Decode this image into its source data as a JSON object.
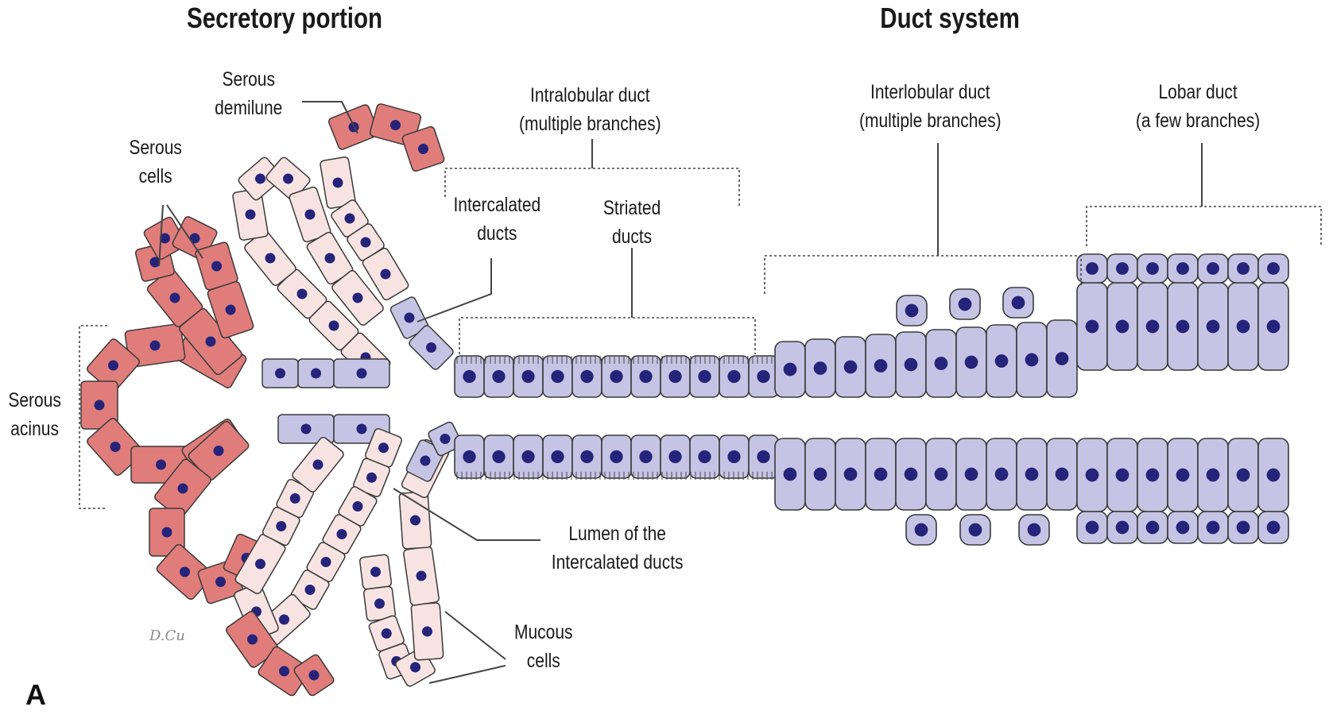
{
  "headers": {
    "secretory": "Secretory portion",
    "duct_system": "Duct system"
  },
  "labels": {
    "serous_demilune": [
      "Serous",
      "demilune"
    ],
    "serous_cells": [
      "Serous",
      "cells"
    ],
    "serous_acinus": [
      "Serous",
      "acinus"
    ],
    "intralobular_duct": [
      "Intralobular duct",
      "(multiple branches)"
    ],
    "intercalated_ducts": [
      "Intercalated",
      "ducts"
    ],
    "striated_ducts": [
      "Striated",
      "ducts"
    ],
    "interlobular_duct": [
      "Interlobular duct",
      "(multiple branches)"
    ],
    "lobar_duct": [
      "Lobar duct",
      "(a few branches)"
    ],
    "lumen": [
      "Lumen of the",
      "Intercalated ducts"
    ],
    "mucous_cells": [
      "Mucous",
      "cells"
    ]
  },
  "panel_letter": "A",
  "signature": "D.Cu",
  "colors": {
    "serous": "#e07d7b",
    "mucous": "#f7e4e2",
    "duct": "#c6c4e4",
    "nucleus": "#26237a",
    "outline": "#3a3a3a",
    "leader": "#444444"
  }
}
